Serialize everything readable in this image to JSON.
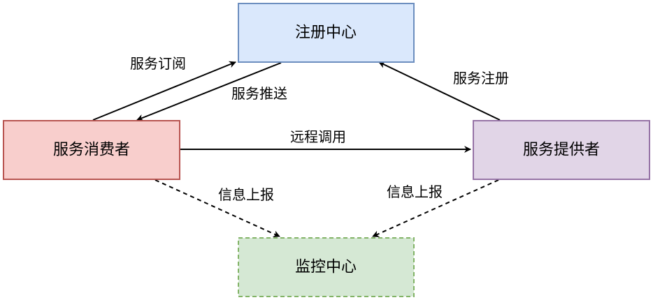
{
  "nodes": {
    "registry": {
      "label": "注册中心",
      "fill": "#dae8fc",
      "stroke": "#6c8ebf"
    },
    "consumer": {
      "label": "服务消费者",
      "fill": "#f8cecc",
      "stroke": "#b85450"
    },
    "provider": {
      "label": "服务提供者",
      "fill": "#e1d5e7",
      "stroke": "#9673a6"
    },
    "monitor": {
      "label": "监控中心",
      "fill": "#d5e8d4",
      "stroke": "#82b366"
    }
  },
  "edges": {
    "subscribe": {
      "label": "服务订阅"
    },
    "push": {
      "label": "服务推送"
    },
    "register": {
      "label": "服务注册"
    },
    "remote_call": {
      "label": "远程调用"
    },
    "consumer_report": {
      "label": "信息上报"
    },
    "provider_report": {
      "label": "信息上报"
    }
  }
}
